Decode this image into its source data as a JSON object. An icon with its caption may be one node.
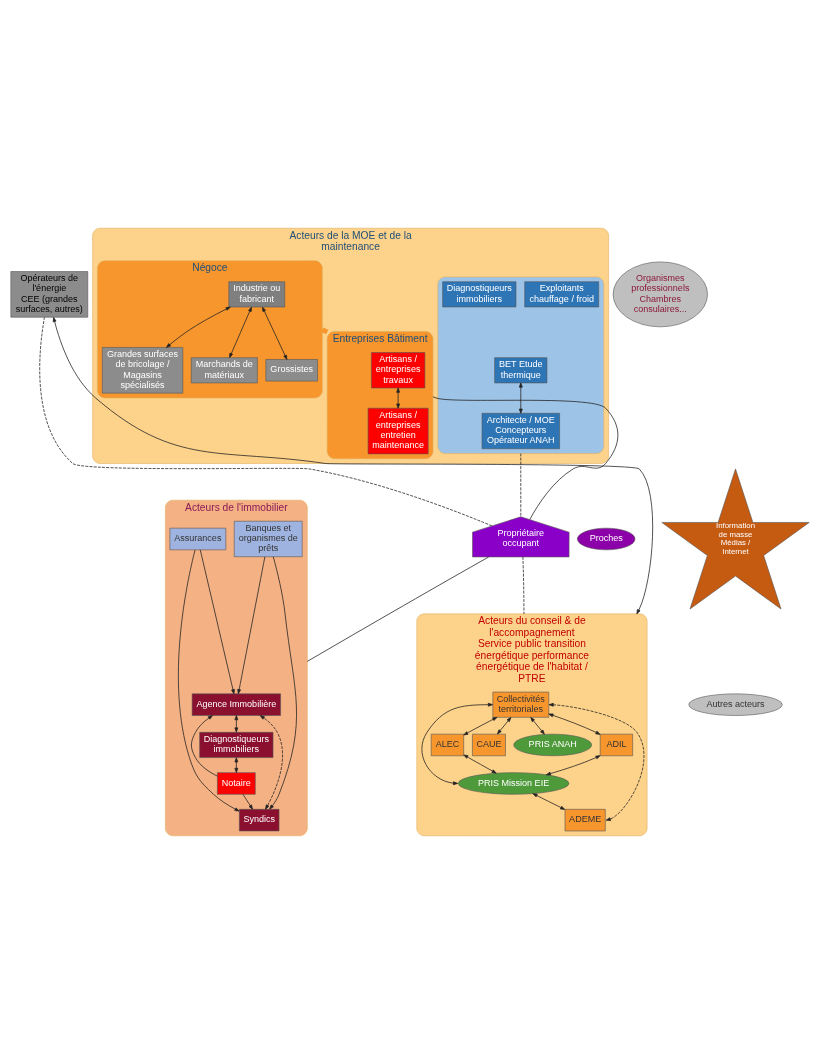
{
  "diagram": {
    "nodes": [
      {
        "text": [
          "Acteurs de la MOE et de la maintenance"
        ]
      },
      {
        "text": [],
        "shape": "box",
        "in": 0
      },
      {
        "text": [
          "Architecte / MOE Concepteurs Opérateur ANAH"
        ],
        "in": 1
      },
      {
        "text": [
          "BET Etude thermique"
        ],
        "in": 1
      },
      {
        "text": [
          "Exploitants chauffage / froid"
        ],
        "in": 1
      },
      {
        "text": [
          "Diagnostiqueurs immobiliers"
        ],
        "in": 1
      },
      {
        "text": [
          "Négoce"
        ],
        "in": 0
      },
      {
        "text": [
          "Industrie ou fabricant"
        ],
        "in": 6
      },
      {
        "text": [
          "Marchands de matériaux"
        ],
        "in": 6
      },
      {
        "text": [
          "Grossistes"
        ],
        "in": 6
      },
      {
        "text": [
          "Grandes surfaces de bricolage / Magasins spécialisés"
        ],
        "in": 6
      },
      {
        "text": [
          "Entreprises Bâtiment"
        ],
        "in": 0
      },
      {
        "text": [
          "Artisans / entreprises travaux"
        ],
        "in": 11
      },
      {
        "text": [
          "Artisans / entreprises entretien maintenance"
        ],
        "in": 11
      },
      {
        "text": [
          "Organismes professionnels Chambres consulaires..."
        ]
      },
      {
        "text": [
          "Opérateurs de l'énergie",
          "CEE (grandes surfaces, autres)"
        ]
      },
      {
        "text": [
          "Propriétaire occupant"
        ]
      },
      {
        "text": [
          "Acteurs de l'immobilier"
        ]
      },
      {
        "text": [
          "Agence Immobilière"
        ],
        "in": 17
      },
      {
        "text": [
          "Diagnostiqueurs immobiliers"
        ],
        "in": 17
      },
      {
        "text": [
          "Syndics"
        ],
        "in": 17
      },
      {
        "text": [
          "Notaire"
        ],
        "in": 17
      },
      {
        "text": [
          "Banques et organismes de prêts"
        ],
        "in": 17
      },
      {
        "text": [
          "Assurances"
        ],
        "in": 17
      },
      {
        "text": [
          "Proches"
        ]
      },
      {
        "text": [
          "Information de masse Médias / Internet"
        ]
      },
      {
        "text": [
          "Acteurs du conseil & de l'accompagnement",
          "Service public transition énergétique performance énergétique de l'habitat / PTRE"
        ]
      },
      {
        "text": [
          "Collectivités territoriales"
        ],
        "in": 26
      },
      {
        "text": [
          "PRIS ANAH"
        ],
        "in": 26
      },
      {
        "text": [
          "ADIL"
        ],
        "in": 26
      },
      {
        "text": [
          "ALEC"
        ],
        "in": 26
      },
      {
        "text": [
          "CAUE"
        ],
        "in": 26
      },
      {
        "text": [
          "PRIS Mission EIE"
        ],
        "in": 26
      },
      {
        "text": [
          "ADEME"
        ],
        "in": 26
      },
      {
        "text": [
          "Autres acteurs"
        ]
      }
    ],
    "edges": [
      {
        "from": 3,
        "to": 2,
        "arrow": "both"
      },
      {
        "from": 7,
        "to": 8,
        "arrow": "both"
      },
      {
        "from": 7,
        "to": 9,
        "arrow": "both"
      },
      {
        "from": 7,
        "to": 10,
        "arrow": "both"
      },
      {
        "from": 6,
        "to": 11,
        "arrow": "none",
        "style": "thick",
        "color": "#f7962d"
      },
      {
        "from": 12,
        "to": 13,
        "arrow": "both"
      },
      {
        "from": 1,
        "to": 16,
        "arrow": "none",
        "style": "dashed"
      },
      {
        "from": 11,
        "to": 16,
        "arrow": "none"
      },
      {
        "from": 16,
        "to": 15,
        "arrow": "none",
        "style": "dashed"
      },
      {
        "from": 17,
        "to": 16,
        "arrow": "none"
      },
      {
        "from": 16,
        "to": 26,
        "arrow": "none",
        "style": "dashed"
      },
      {
        "from": 26,
        "to": 15,
        "arrow": "both"
      },
      {
        "from": 18,
        "to": 19,
        "arrow": "both"
      },
      {
        "from": 19,
        "to": 21,
        "arrow": "both"
      },
      {
        "from": 20,
        "to": 18,
        "arrow": "both",
        "style": "dashed"
      },
      {
        "from": 21,
        "to": 20,
        "arrow": "to"
      },
      {
        "from": 22,
        "to": 20,
        "arrow": "to"
      },
      {
        "from": 23,
        "to": 20,
        "arrow": "to"
      },
      {
        "from": 21,
        "to": 18,
        "arrow": "to"
      },
      {
        "from": 22,
        "to": 18,
        "arrow": "to"
      },
      {
        "from": 23,
        "to": 18,
        "arrow": "to"
      },
      {
        "from": 27,
        "to": 28,
        "arrow": "both"
      },
      {
        "from": 27,
        "to": 31,
        "arrow": "both"
      },
      {
        "from": 27,
        "to": 30,
        "arrow": "both"
      },
      {
        "from": 27,
        "to": 29,
        "arrow": "both"
      },
      {
        "from": 32,
        "to": 27,
        "arrow": "both"
      },
      {
        "from": 27,
        "to": 33,
        "arrow": "both",
        "style": "dashed"
      },
      {
        "from": 30,
        "to": 32,
        "arrow": "both"
      },
      {
        "from": 29,
        "to": 32,
        "arrow": "both"
      },
      {
        "from": 32,
        "to": 33,
        "arrow": "both"
      }
    ]
  }
}
